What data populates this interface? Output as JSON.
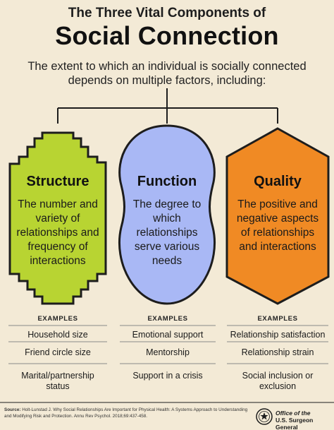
{
  "header": {
    "title_line1": "The Three Vital Components of",
    "title_line2": "Social Connection",
    "subtitle": "The extent to which an individual is socially connected depends on multiple factors, including:"
  },
  "colors": {
    "background": "#f3ead6",
    "structure": "#b8d432",
    "function": "#a9b8f5",
    "quality": "#f08a24",
    "divider": "#8a8a8a"
  },
  "components": [
    {
      "title": "Structure",
      "description": "The number and variety of relationships and frequency of interactions",
      "examples_label": "EXAMPLES",
      "examples": [
        "Household size",
        "Friend circle size",
        "Marital/partnership status"
      ]
    },
    {
      "title": "Function",
      "description": "The degree to which relationships serve various needs",
      "examples_label": "EXAMPLES",
      "examples": [
        "Emotional support",
        "Mentorship",
        "Support in a crisis"
      ]
    },
    {
      "title": "Quality",
      "description": "The positive and negative aspects of relationships and interactions",
      "examples_label": "EXAMPLES",
      "examples": [
        "Relationship satisfaction",
        "Relationship strain",
        "Social inclusion or exclusion"
      ]
    }
  ],
  "footer": {
    "source_label": "Source:",
    "source_text": "Holt-Lunstad J. Why Social Relationships Are Important for Physical Health: A Systems Approach to Understanding and Modifying Risk and Protection. Annu Rev Psychol. 2018;69:437-458.",
    "office_line1": "Office of the",
    "office_line2": "U.S. Surgeon General"
  }
}
